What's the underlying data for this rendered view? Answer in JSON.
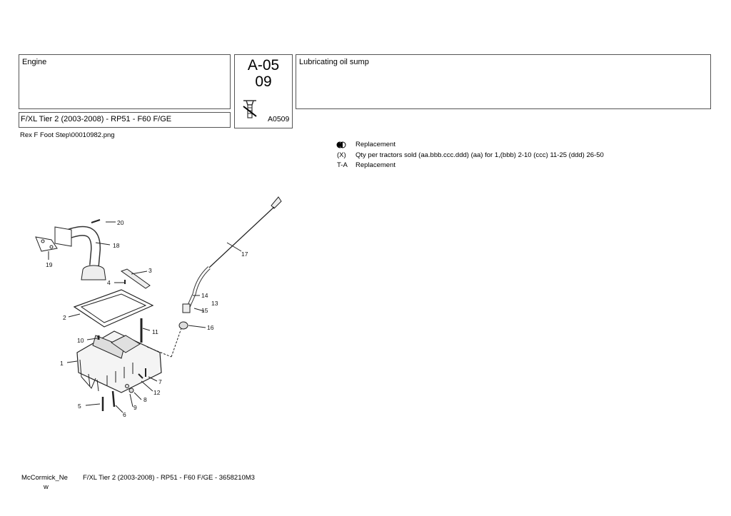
{
  "header": {
    "group_title": "Engine",
    "model_line": "F/XL Tier 2 (2003-2008) - RP51 - F60 F/GE",
    "code_line1": "A-05",
    "code_line2": "09",
    "code_small": "A0509",
    "section_title": "Lubricating oil sump"
  },
  "image_caption": "Rex F Foot Step\\00010982.png",
  "legend": [
    {
      "key_icon": "half-filled-circle-icon",
      "text": "Replacement"
    },
    {
      "key": "(X)",
      "text": "Qty per tractors sold  (aa.bbb.ccc.ddd) (aa) for 1,(bbb) 2-10 (ccc) 11-25 (ddd) 26-50"
    },
    {
      "key": "T-A",
      "text": "Replacement"
    }
  ],
  "diagram": {
    "callouts": [
      "20",
      "18",
      "19",
      "3",
      "4",
      "2",
      "1",
      "17",
      "14",
      "13",
      "15",
      "16",
      "11",
      "10",
      "7",
      "12",
      "8",
      "9",
      "5",
      "6"
    ]
  },
  "footer": {
    "brand_line1": "McCormick_Ne",
    "brand_line2": "w",
    "doc_ref": "F/XL Tier 2 (2003-2008) - RP51 - F60 F/GE - 3658210M3"
  }
}
